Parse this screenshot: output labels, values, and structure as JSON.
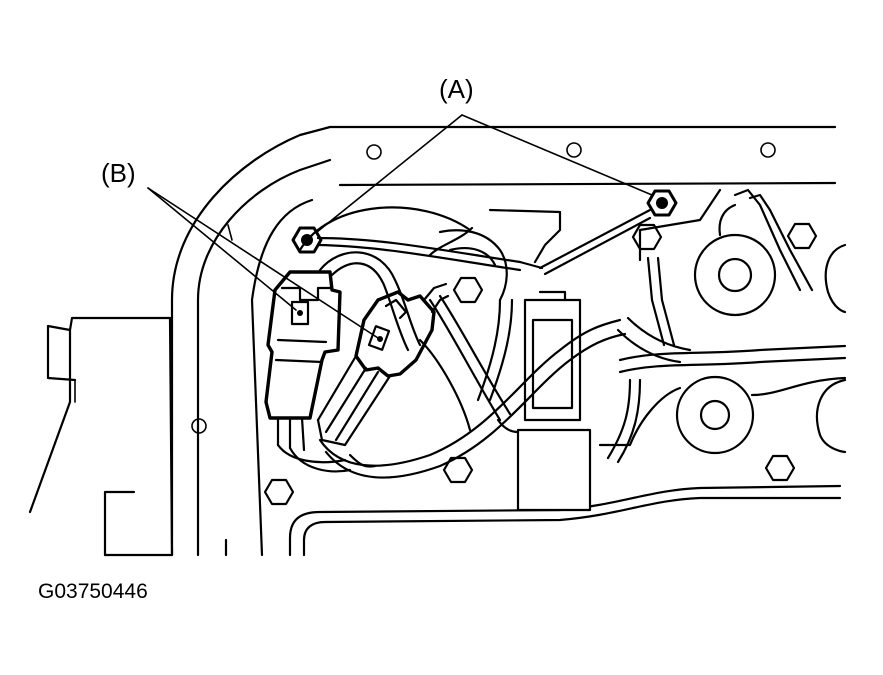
{
  "figure": {
    "callouts": {
      "a": "(A)",
      "b": "(B)"
    },
    "figure_id": "G03750446"
  },
  "colors": {
    "line": "#000000",
    "background": "#ffffff"
  }
}
